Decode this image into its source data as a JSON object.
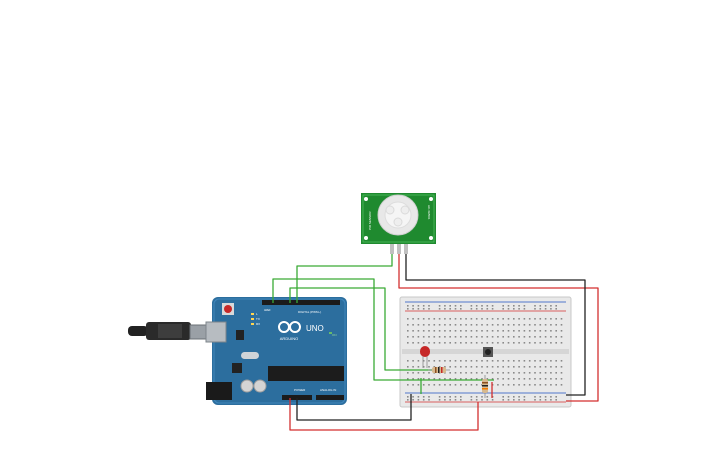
{
  "arduino": {
    "logo": "ARDUINO",
    "model": "UNO",
    "digital_label": "DIGITAL (PWM~)",
    "power_label": "POWER",
    "analog_label": "ANALOG IN",
    "on_label": "ON",
    "tx_label": "TX",
    "rx_label": "RX",
    "l_label": "L",
    "aref_label": "AREF"
  },
  "pir_sensor": {
    "left_text": "PIR SENSOR",
    "right_text": "HC-SR501"
  },
  "colors": {
    "arduino_board": "#2c6e9e",
    "breadboard": "#e6e6e6",
    "wire_green": "#3aaa35",
    "wire_red": "#d32f2f",
    "wire_black": "#222222",
    "pir_board": "#1f8a2f",
    "led": "#c62828"
  },
  "components": [
    "arduino-uno",
    "breadboard",
    "pir-sensor",
    "red-led",
    "resistor",
    "resistor",
    "push-button",
    "usb-cable"
  ]
}
